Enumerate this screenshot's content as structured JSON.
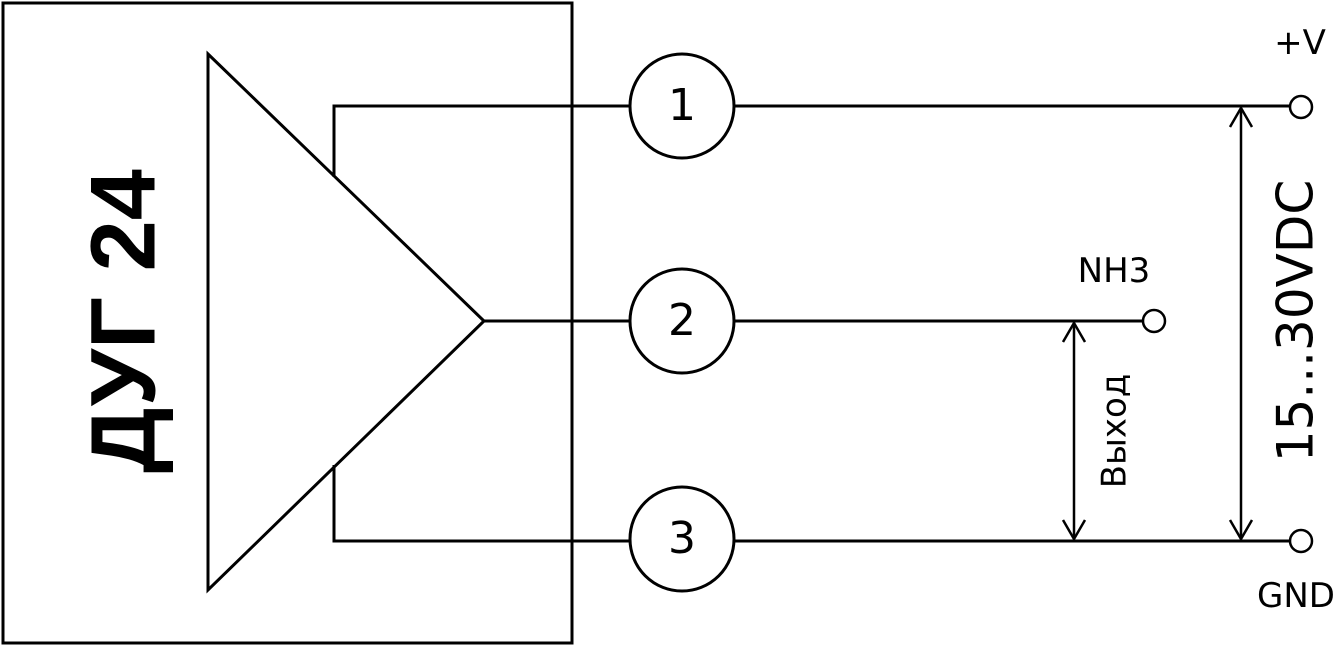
{
  "device": {
    "name": "ДУГ 24"
  },
  "pins": [
    {
      "number": "1"
    },
    {
      "number": "2"
    },
    {
      "number": "3"
    }
  ],
  "labels": {
    "plus_v": "+V",
    "gnd": "GND",
    "signal": "NH3",
    "output": "Выход",
    "supply_voltage": "15...30VDC"
  }
}
